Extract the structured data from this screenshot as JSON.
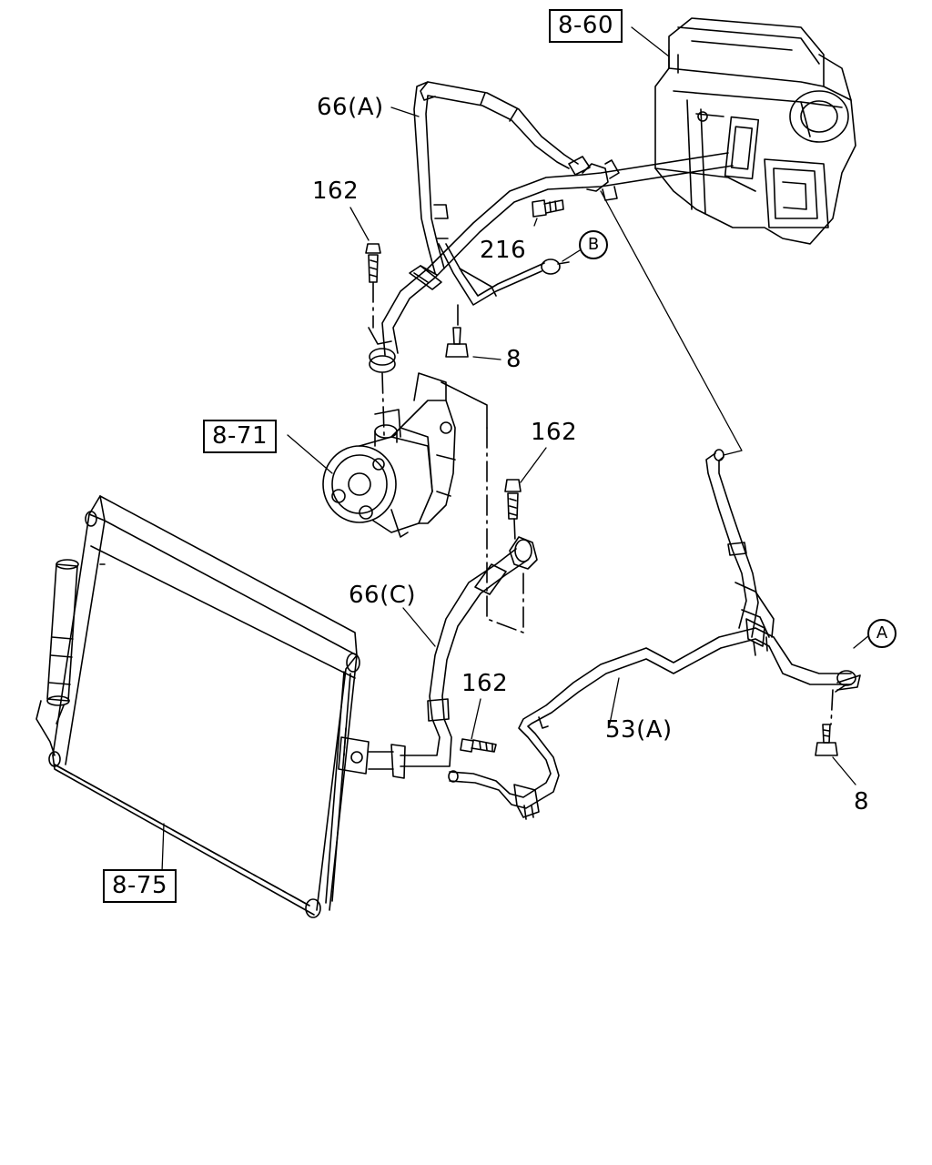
{
  "labels": {
    "ref_860": "8-60",
    "ref_871": "8-71",
    "ref_875": "8-75",
    "hose_66a": "66(A)",
    "hose_66c": "66(C)",
    "pipe_53a": "53(A)",
    "bolt_162_top": "162",
    "bolt_162_mid": "162",
    "bolt_162_low": "162",
    "bolt_216": "216",
    "bolt_8_top": "8",
    "bolt_8_right": "8",
    "conn_a": "A",
    "conn_b": "B"
  }
}
